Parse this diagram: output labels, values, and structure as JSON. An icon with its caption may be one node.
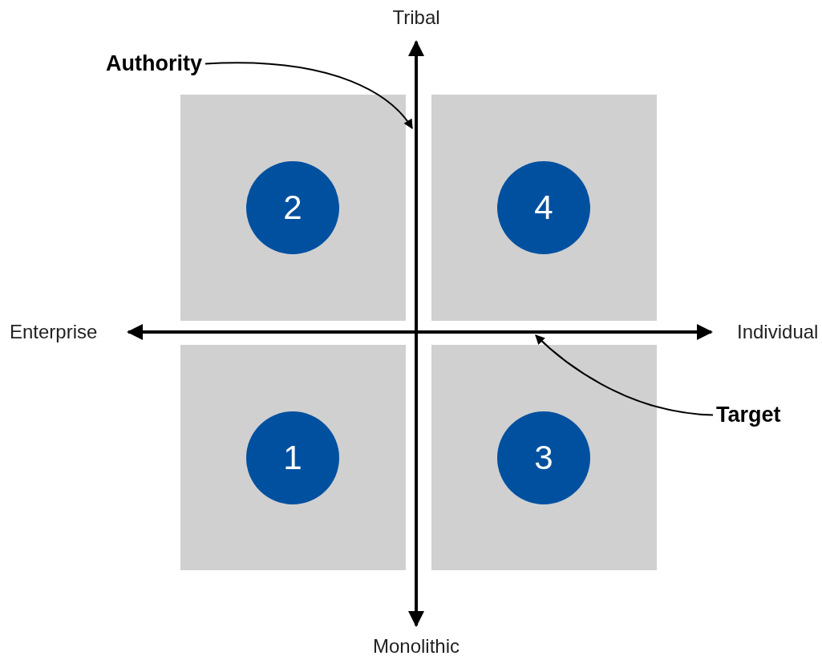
{
  "diagram": {
    "nodes": [
      {
        "text": [],
        "shape": "box"
      },
      {
        "text": [
          "2"
        ],
        "in": 0
      },
      {
        "text": [],
        "shape": "box"
      },
      {
        "text": [
          "4"
        ],
        "in": 2
      },
      {
        "text": [],
        "shape": "box"
      },
      {
        "text": [
          "1"
        ],
        "in": 4
      },
      {
        "text": [],
        "shape": "box"
      },
      {
        "text": [
          "3"
        ],
        "in": 6
      },
      {
        "text": [
          "Authority"
        ]
      },
      {
        "text": [
          "Target"
        ]
      },
      {
        "text": [],
        "shape": "arrow"
      },
      {
        "text": [],
        "shape": "arrow"
      }
    ],
    "edges": [
      {
        "from": 8,
        "to": 10,
        "arrow": "to"
      },
      {
        "from": 9,
        "to": 11,
        "arrow": "to"
      }
    ],
    "labels": [
      "Tribal",
      "Enterprise",
      "Individual",
      "Monolithic"
    ]
  }
}
